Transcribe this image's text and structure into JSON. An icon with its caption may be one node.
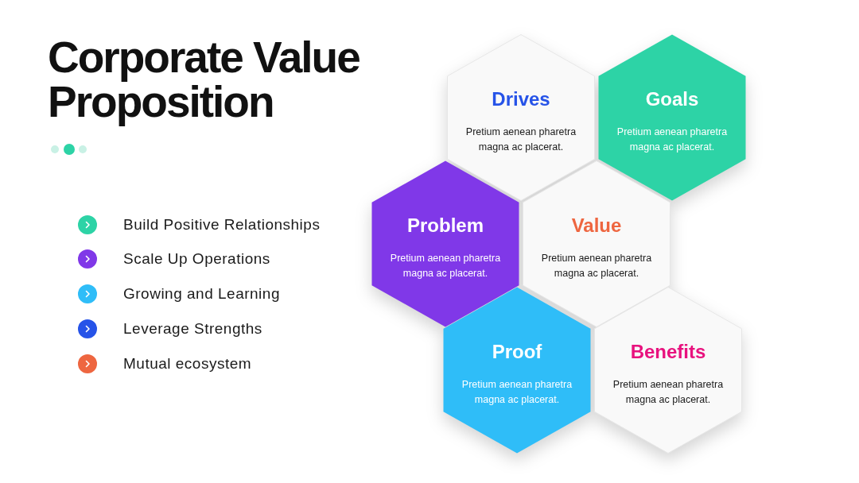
{
  "diagram": {
    "title": "Corporate Value Proposition",
    "nodes": [
      {
        "text": [
          "Drives",
          "Pretium aenean pharetra magna ac placerat."
        ]
      },
      {
        "text": [
          "Goals",
          "Pretium aenean pharetra magna ac placerat."
        ]
      },
      {
        "text": [
          "Problem",
          "Pretium aenean pharetra magna ac placerat."
        ]
      },
      {
        "text": [
          "Value",
          "Pretium aenean pharetra magna ac placerat."
        ]
      },
      {
        "text": [
          "Proof",
          "Pretium aenean pharetra magna ac placerat."
        ]
      },
      {
        "text": [
          "Benefits",
          "Pretium aenean pharetra magna ac placerat."
        ]
      }
    ],
    "labels": [
      "Build Positive Relationships",
      "Scale Up Operations",
      "Growing and Learning",
      "Leverage Strengths",
      "Mutual ecosystem"
    ]
  }
}
